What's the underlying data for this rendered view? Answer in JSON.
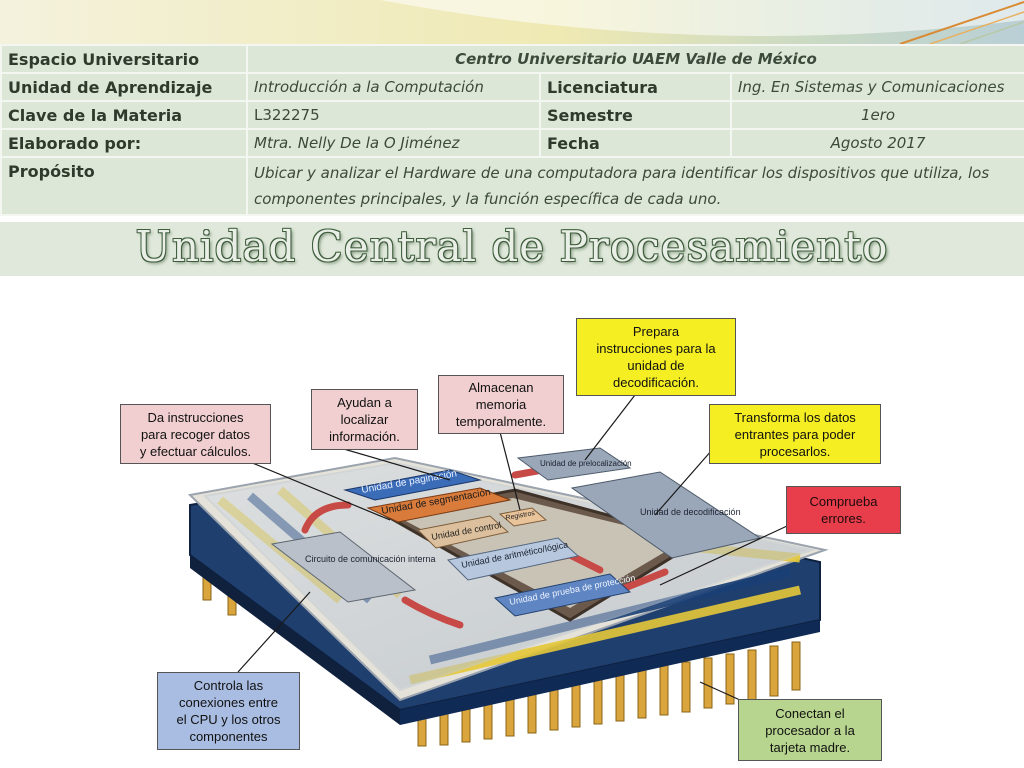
{
  "header": {
    "rows": [
      {
        "label": "Espacio Universitario",
        "value": "Centro Universitario UAEM Valle de México"
      },
      {
        "label": "Unidad de Aprendizaje",
        "value": "Introducción a la Computación",
        "label2": "Licenciatura",
        "value2": "Ing. En Sistemas y Comunicaciones"
      },
      {
        "label": "Clave de la Materia",
        "value": "L322275",
        "label2": "Semestre",
        "value2": "1ero"
      },
      {
        "label": "Elaborado por:",
        "value": "Mtra. Nelly De la O Jiménez",
        "label2": "Fecha",
        "value2": "Agosto 2017"
      },
      {
        "label": "Propósito",
        "value": "Ubicar y analizar el  Hardware de una computadora para identificar los dispositivos que utiliza, los componentes principales, y la función específica de cada uno."
      }
    ]
  },
  "title": "Unidad Central de Procesamiento",
  "diagram": {
    "blocks": {
      "paginacion": "Unidad de paginación",
      "segmentacion": "Unidad de segmentación",
      "control": "Unidad de control",
      "registros": "Registros",
      "aritmetico": "Unidad de aritmético/lógica",
      "prueba": "Unidad de prueba de protección",
      "prelocalizacion": "Unidad de prelocalización",
      "decodificacion": "Unidad de decodificación",
      "circuito": "Circuito de comunicación interna"
    },
    "callouts": {
      "instrucciones": "Da instrucciones\npara recoger datos\ny efectuar cálculos.",
      "localizar": "Ayudan a\nlocalizar\ninformación.",
      "almacenan": "Almacenan\nmemoria\ntemporalmente.",
      "prepara": "Prepara\ninstrucciones para la\nunidad de\ndecodificación.",
      "transforma": "Transforma los datos\nentrantes para poder\nprocesarlos.",
      "comprueba": "Comprueba\nerrores.",
      "controla": "Controla las\nconexiones entre\nel CPU y los otros\ncomponentes",
      "conectan": "Conectan el\nprocesador a la\ntarjeta madre."
    },
    "colors": {
      "pink": "#f1cfd0",
      "yellow": "#f4ee22",
      "red": "#e83e4c",
      "blue": "#a9bde3",
      "green": "#b7d58e",
      "substrate": "#1f3f6e",
      "pins": "#d9a53c"
    }
  }
}
